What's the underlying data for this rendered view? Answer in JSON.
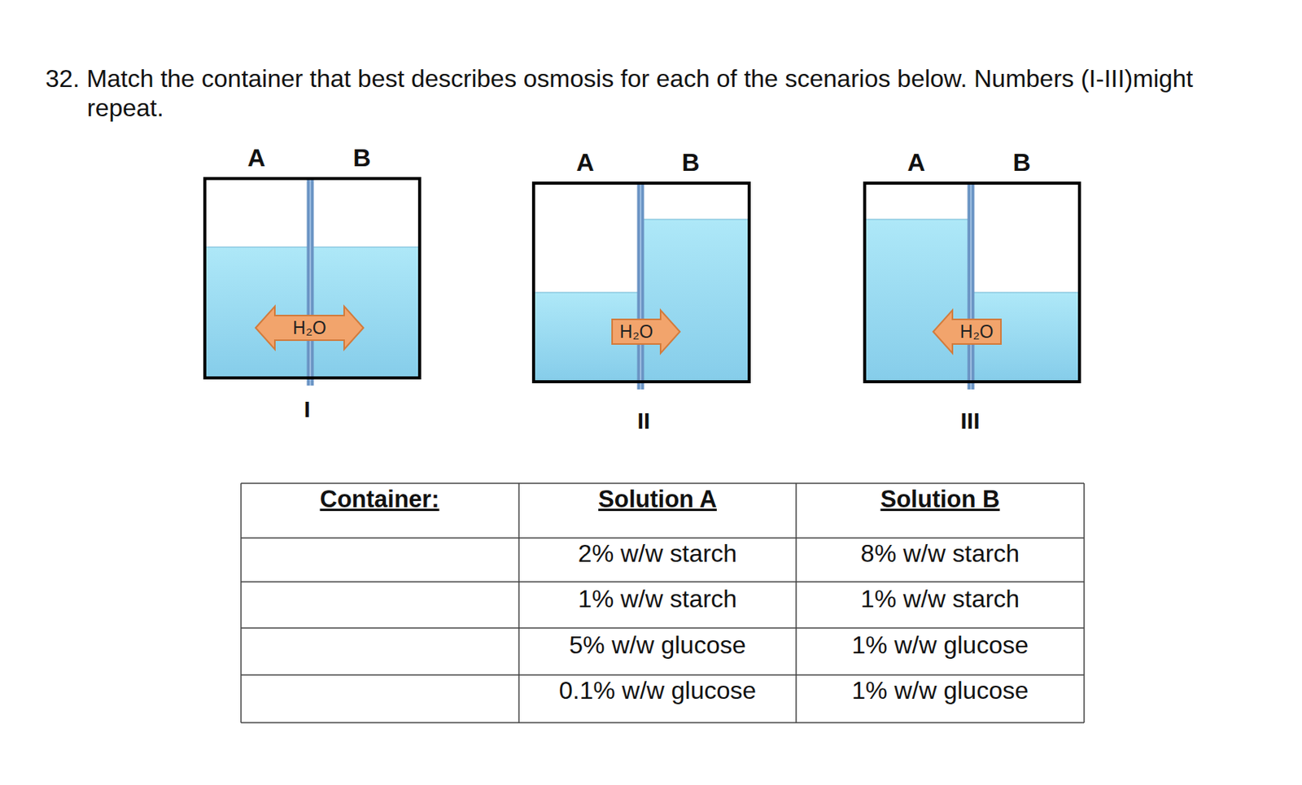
{
  "diagram": {
    "title": "32. Match the container that best describes osmosis for each of the scenarios below. Numbers (I-III)might repeat.",
    "nodes": [
      {
        "text": [
          "A",
          "B",
          "I"
        ]
      },
      {
        "text": [
          "H₂O"
        ],
        "in": 0
      },
      {
        "text": [
          "A",
          "B",
          "II"
        ]
      },
      {
        "text": [
          "H₂O"
        ],
        "in": 2
      },
      {
        "text": [
          "A",
          "B",
          "III"
        ]
      },
      {
        "text": [
          "H₂O"
        ],
        "in": 4
      }
    ],
    "labels": [
      "Container:",
      "Solution A",
      "Solution B",
      "2% w/w starch",
      "8% w/w starch",
      "1% w/w starch",
      "1% w/w starch",
      "5% w/w glucose",
      "1% w/w glucose",
      "0.1% w/w glucose",
      "1% w/w glucose"
    ]
  }
}
